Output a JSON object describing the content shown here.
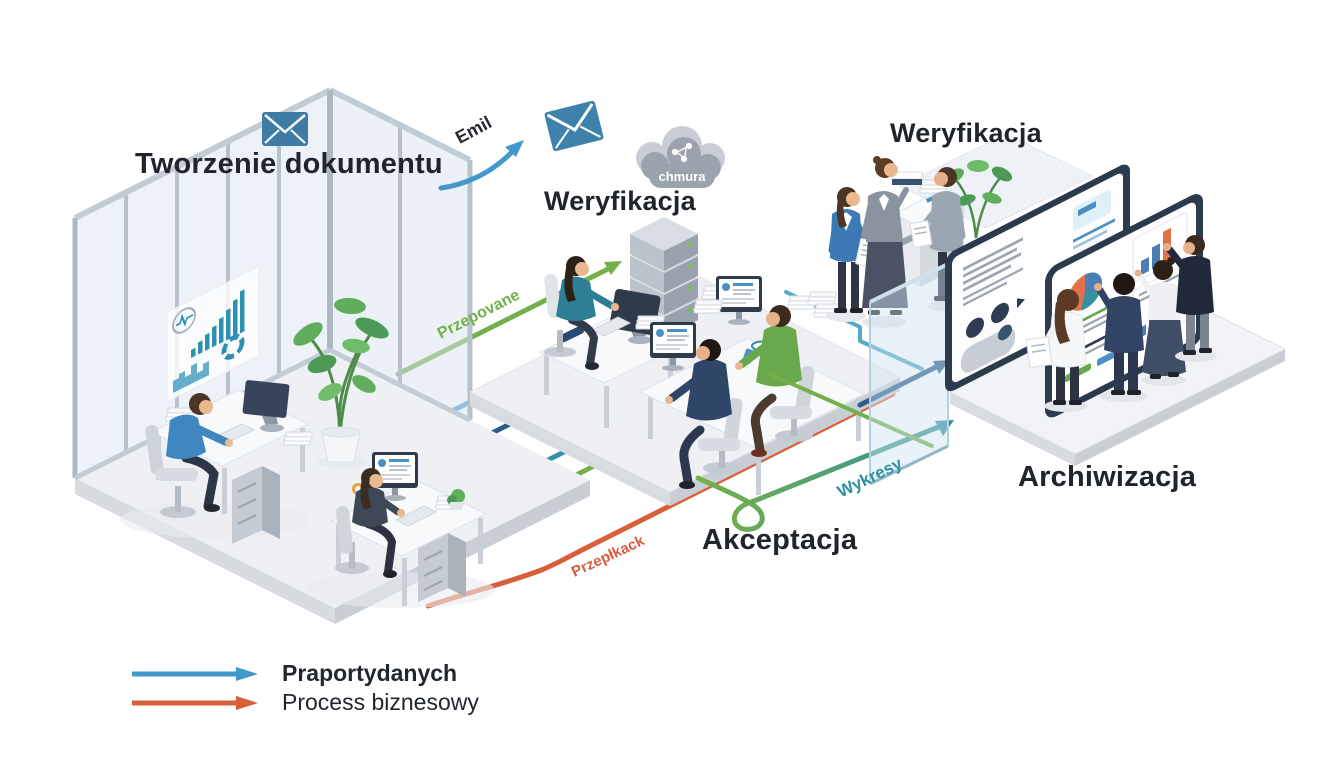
{
  "headings": {
    "creation": "Tworzenie dokumentu",
    "verification_mid": "Weryfikacja",
    "verification_top": "Weryfikacja",
    "acceptance": "Akceptacja",
    "archiving": "Archiwizacja"
  },
  "flow_labels": {
    "email": "Emil",
    "handoff": "Przepovane",
    "charts": "Wykresy",
    "process": "Przepłkack"
  },
  "cloud_label": "chmura",
  "legend": [
    {
      "label": "Praportydanych",
      "color": "#4398cb"
    },
    {
      "label": "Process biznesowy",
      "color": "#d95f3b"
    }
  ],
  "palette": {
    "heading_text": "#20252c",
    "flow_blue": "#4398cb",
    "flow_navy": "#2e5c88",
    "flow_teal": "#2e8fa0",
    "flow_green": "#74b04a",
    "flow_red": "#d95f3b",
    "envelope_blue": "#3e7ca6",
    "cloud_gray": "#9aa3ae"
  }
}
